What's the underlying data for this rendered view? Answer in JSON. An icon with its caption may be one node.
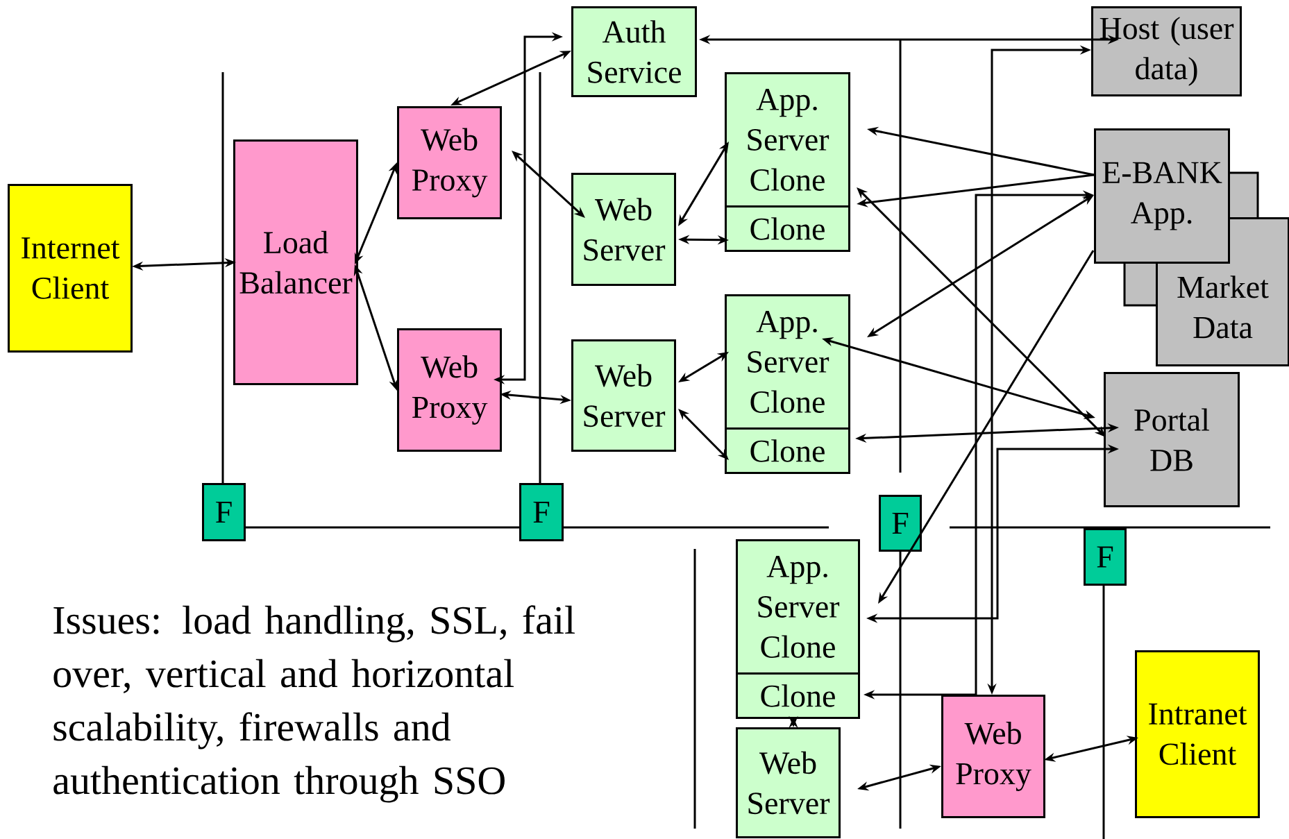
{
  "diagram": {
    "nodes": [
      {
        "text": [
          "Internet Client"
        ]
      },
      {
        "text": [
          "Load Balancer"
        ]
      },
      {
        "text": [
          "Web Proxy"
        ]
      },
      {
        "text": [
          "Web Proxy"
        ]
      },
      {
        "text": [
          "Auth Service"
        ]
      },
      {
        "text": [
          "Web Server"
        ]
      },
      {
        "text": [
          "Web Server"
        ]
      },
      {
        "text": [
          "App. Server Clone"
        ]
      },
      {
        "text": [
          "Clone"
        ]
      },
      {
        "text": [
          "App. Server Clone"
        ]
      },
      {
        "text": [
          "Clone"
        ]
      },
      {
        "text": [
          "Host (user data)"
        ]
      },
      {
        "text": [
          "Market Data"
        ]
      },
      {
        "text": [
          "E-BANK App."
        ]
      },
      {
        "text": [
          "Portal DB"
        ]
      },
      {
        "text": [
          "F"
        ]
      },
      {
        "text": [
          "F"
        ]
      },
      {
        "text": [
          "F"
        ]
      },
      {
        "text": [
          "F"
        ]
      },
      {
        "text": [
          "App. Server Clone"
        ]
      },
      {
        "text": [
          "Clone"
        ]
      },
      {
        "text": [
          "Web Server"
        ]
      },
      {
        "text": [
          "Web Proxy"
        ]
      },
      {
        "text": [
          "Intranet Client"
        ]
      }
    ],
    "edges": [
      {
        "from": 0,
        "to": 1,
        "arrow": "both"
      },
      {
        "from": 1,
        "to": 2,
        "arrow": "both"
      },
      {
        "from": 1,
        "to": 3,
        "arrow": "both"
      },
      {
        "from": 2,
        "to": 4,
        "arrow": "both"
      },
      {
        "from": 3,
        "to": 4,
        "arrow": "both"
      },
      {
        "from": 2,
        "to": 5,
        "arrow": "both"
      },
      {
        "from": 3,
        "to": 6,
        "arrow": "both"
      },
      {
        "from": 5,
        "to": 7,
        "arrow": "both"
      },
      {
        "from": 5,
        "to": 8,
        "arrow": "both"
      },
      {
        "from": 6,
        "to": 9,
        "arrow": "both"
      },
      {
        "from": 6,
        "to": 10,
        "arrow": "both"
      },
      {
        "from": 4,
        "to": 11,
        "arrow": "both"
      },
      {
        "from": 13,
        "to": 7,
        "arrow": "to"
      },
      {
        "from": 13,
        "to": 7,
        "arrow": "to"
      },
      {
        "from": 7,
        "to": 14,
        "arrow": "both"
      },
      {
        "from": 9,
        "to": 13,
        "arrow": "both"
      },
      {
        "from": 13,
        "to": 20,
        "arrow": "both"
      },
      {
        "from": 9,
        "to": 14,
        "arrow": "both"
      },
      {
        "from": 10,
        "to": 14,
        "arrow": "both"
      },
      {
        "from": 11,
        "to": 22,
        "arrow": "both"
      },
      {
        "from": 14,
        "to": 19,
        "arrow": "both"
      },
      {
        "from": 13,
        "to": 19,
        "arrow": "to"
      },
      {
        "from": 20,
        "to": 21,
        "arrow": "both"
      },
      {
        "from": 21,
        "to": 22,
        "arrow": "both"
      },
      {
        "from": 22,
        "to": 23,
        "arrow": "both"
      }
    ],
    "labels": [
      "Issues: load handling, SSL, fail over, vertical and horizontal scalability, firewalls and authentication through SSO"
    ]
  }
}
